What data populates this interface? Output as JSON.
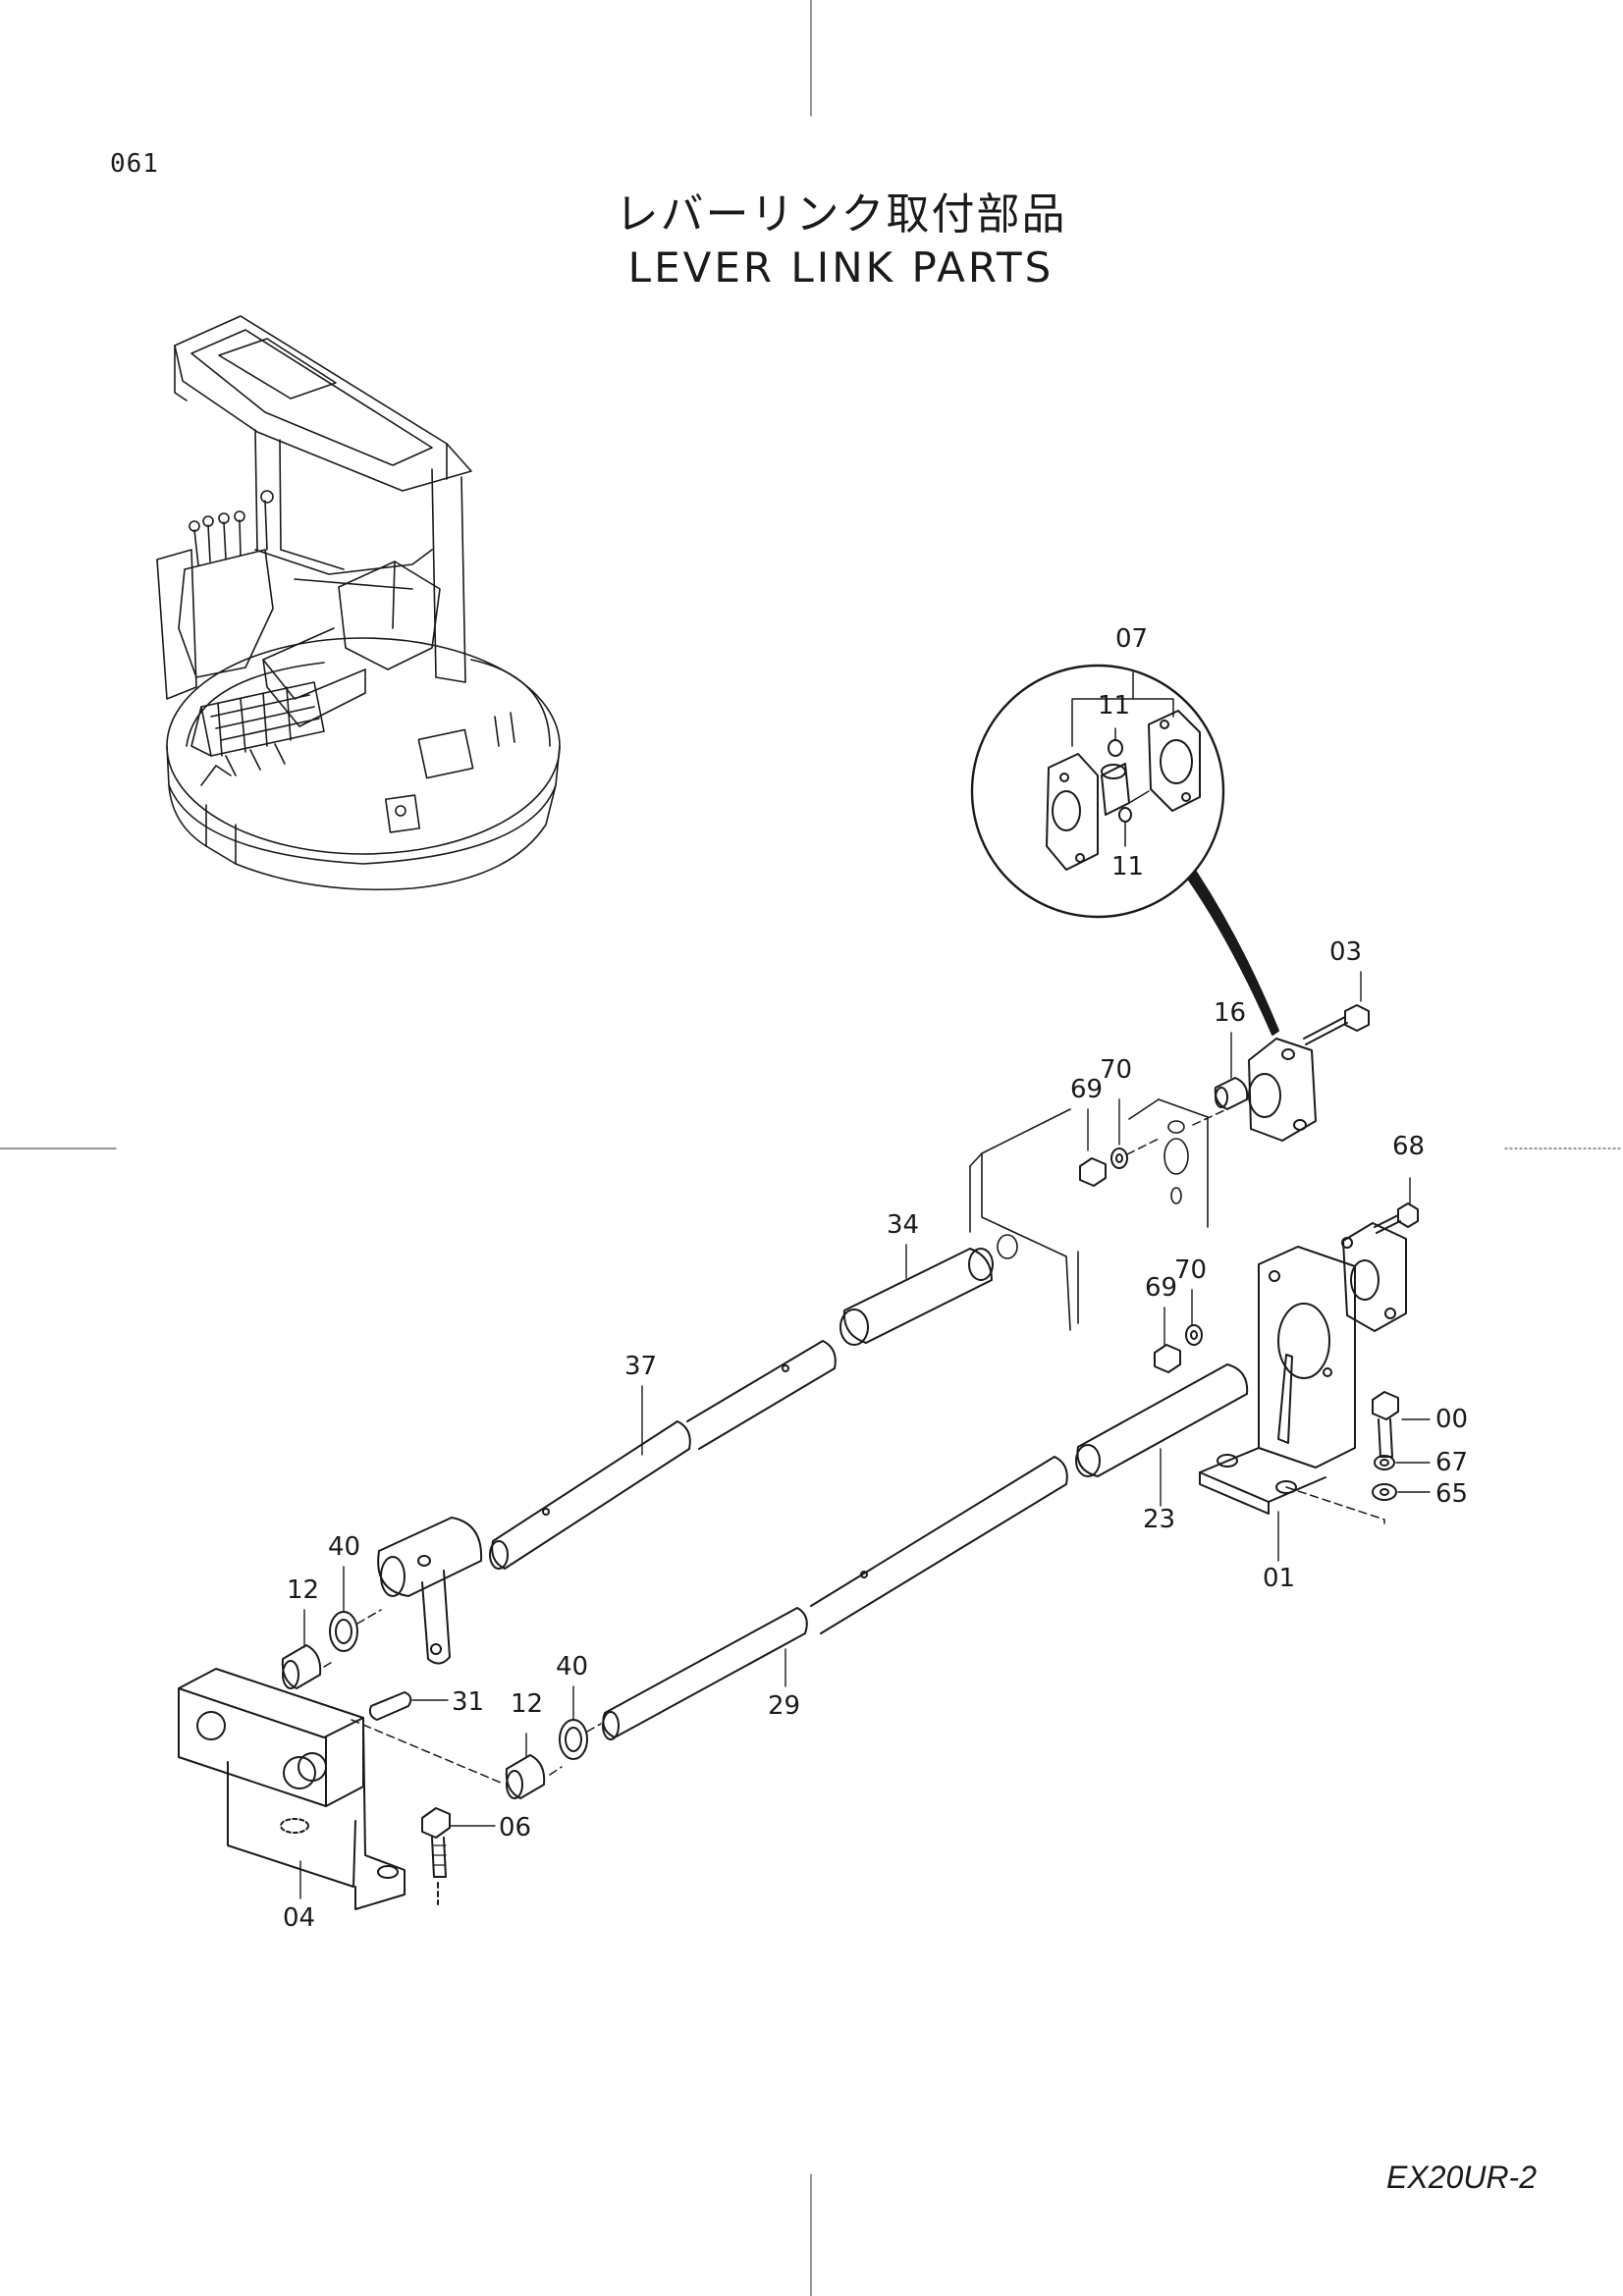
{
  "page": {
    "number": "061",
    "title_jp": "レバーリンク取付部品",
    "title_en": "LEVER LINK PARTS",
    "model": "EX20UR-2"
  },
  "part_labels": {
    "p07": "07",
    "p11a": "11",
    "p11b": "11",
    "p03": "03",
    "p16": "16",
    "p69a": "69",
    "p70a": "70",
    "p68": "68",
    "p34": "34",
    "p69b": "69",
    "p70b": "70",
    "p37": "37",
    "p00": "00",
    "p67": "67",
    "p65": "65",
    "p23": "23",
    "p01": "01",
    "p40a": "40",
    "p12a": "12",
    "p31": "31",
    "p40b": "40",
    "p12b": "12",
    "p29": "29",
    "p06": "06",
    "p04": "04"
  }
}
